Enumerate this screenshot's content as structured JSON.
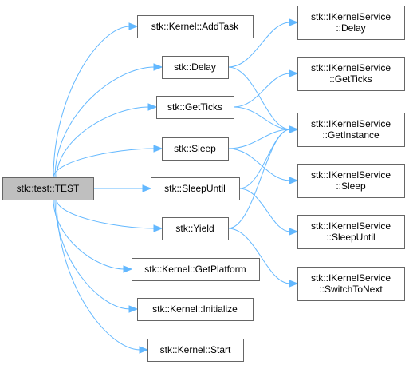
{
  "nodes": [
    {
      "id": "root",
      "lines": [
        "stk::test::TEST"
      ],
      "root": true
    },
    {
      "id": "addtask",
      "lines": [
        "stk::Kernel::AddTask"
      ]
    },
    {
      "id": "delay",
      "lines": [
        "stk::Delay"
      ]
    },
    {
      "id": "getticks",
      "lines": [
        "stk::GetTicks"
      ]
    },
    {
      "id": "sleep",
      "lines": [
        "stk::Sleep"
      ]
    },
    {
      "id": "sleepuntil",
      "lines": [
        "stk::SleepUntil"
      ]
    },
    {
      "id": "yield",
      "lines": [
        "stk::Yield"
      ]
    },
    {
      "id": "getplatform",
      "lines": [
        "stk::Kernel::GetPlatform"
      ]
    },
    {
      "id": "initialize",
      "lines": [
        "stk::Kernel::Initialize"
      ]
    },
    {
      "id": "start",
      "lines": [
        "stk::Kernel::Start"
      ]
    },
    {
      "id": "iks_delay",
      "lines": [
        "stk::IKernelService",
        "::Delay"
      ]
    },
    {
      "id": "iks_getticks",
      "lines": [
        "stk::IKernelService",
        "::GetTicks"
      ]
    },
    {
      "id": "iks_getinstance",
      "lines": [
        "stk::IKernelService",
        "::GetInstance"
      ]
    },
    {
      "id": "iks_sleep",
      "lines": [
        "stk::IKernelService",
        "::Sleep"
      ]
    },
    {
      "id": "iks_sleepuntil",
      "lines": [
        "stk::IKernelService",
        "::SleepUntil"
      ]
    },
    {
      "id": "iks_switchtonext",
      "lines": [
        "stk::IKernelService",
        "::SwitchToNext"
      ]
    }
  ],
  "edges": [
    {
      "from": "root",
      "to": "addtask"
    },
    {
      "from": "root",
      "to": "delay"
    },
    {
      "from": "root",
      "to": "getticks"
    },
    {
      "from": "root",
      "to": "sleep"
    },
    {
      "from": "root",
      "to": "sleepuntil"
    },
    {
      "from": "root",
      "to": "yield"
    },
    {
      "from": "root",
      "to": "getplatform"
    },
    {
      "from": "root",
      "to": "initialize"
    },
    {
      "from": "root",
      "to": "start"
    },
    {
      "from": "delay",
      "to": "iks_delay"
    },
    {
      "from": "delay",
      "to": "iks_getinstance"
    },
    {
      "from": "getticks",
      "to": "iks_getticks"
    },
    {
      "from": "getticks",
      "to": "iks_getinstance"
    },
    {
      "from": "sleep",
      "to": "iks_getinstance"
    },
    {
      "from": "sleep",
      "to": "iks_sleep"
    },
    {
      "from": "sleepuntil",
      "to": "iks_getinstance"
    },
    {
      "from": "sleepuntil",
      "to": "iks_sleepuntil"
    },
    {
      "from": "yield",
      "to": "iks_getinstance"
    },
    {
      "from": "yield",
      "to": "iks_switchtonext"
    }
  ],
  "colors": {
    "edge": "#63b8ff",
    "node_border": "#666666",
    "root_fill": "#bfbfbf",
    "node_fill": "#ffffff"
  }
}
